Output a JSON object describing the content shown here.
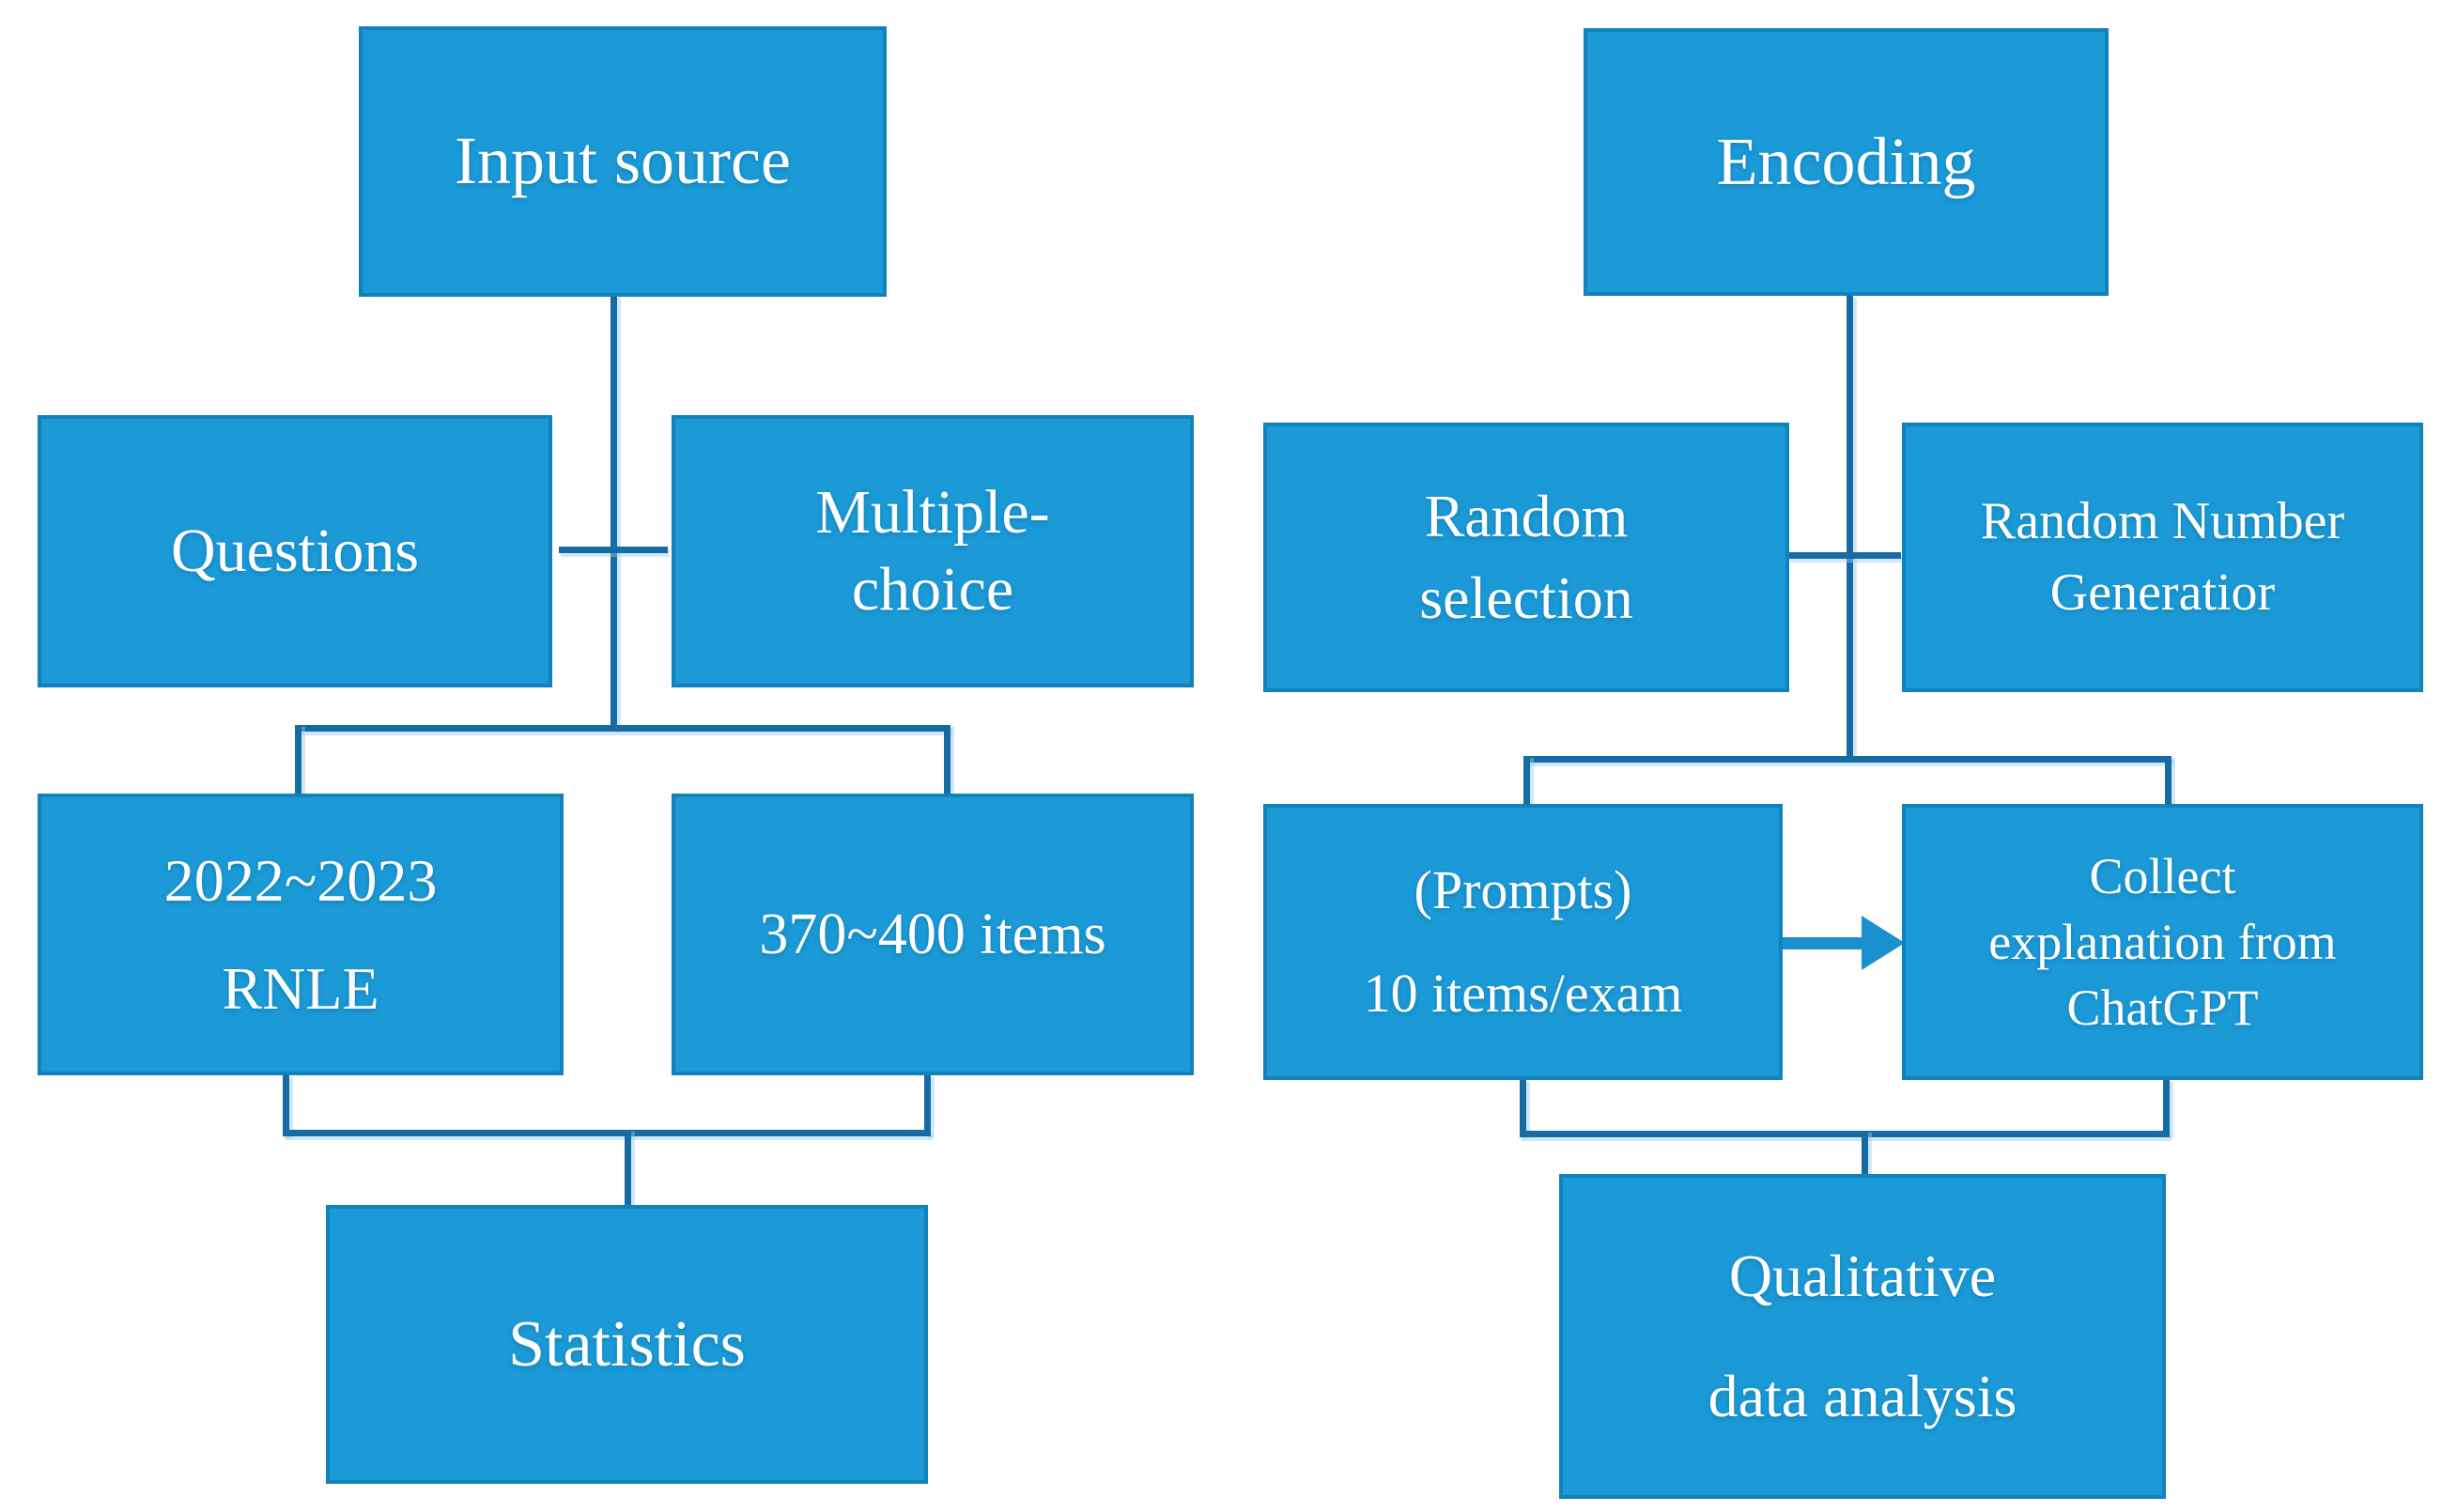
{
  "colors": {
    "background": "#ffffff",
    "box_fill": "#1b9ad7",
    "box_border": "#1282ba",
    "line": "#176ba3",
    "arrow": "#1c90cf",
    "text": "#ffffff"
  },
  "left_flow": {
    "input_source": "Input source",
    "questions": "Questions",
    "multiple_choice": "Multiple-\nchoice",
    "rnle": "2022~2023\nRNLE",
    "items": "370~400 items",
    "statistics": "Statistics"
  },
  "right_flow": {
    "encoding": "Encoding",
    "random_selection": "Random\nselection",
    "random_number_generator": "Random Number\nGeneratior",
    "prompts": "(Prompts)\n10 items/exam",
    "collect_explanation": "Collect\nexplanation from\nChatGPT",
    "qualitative_analysis": "Qualitative\ndata analysis"
  }
}
